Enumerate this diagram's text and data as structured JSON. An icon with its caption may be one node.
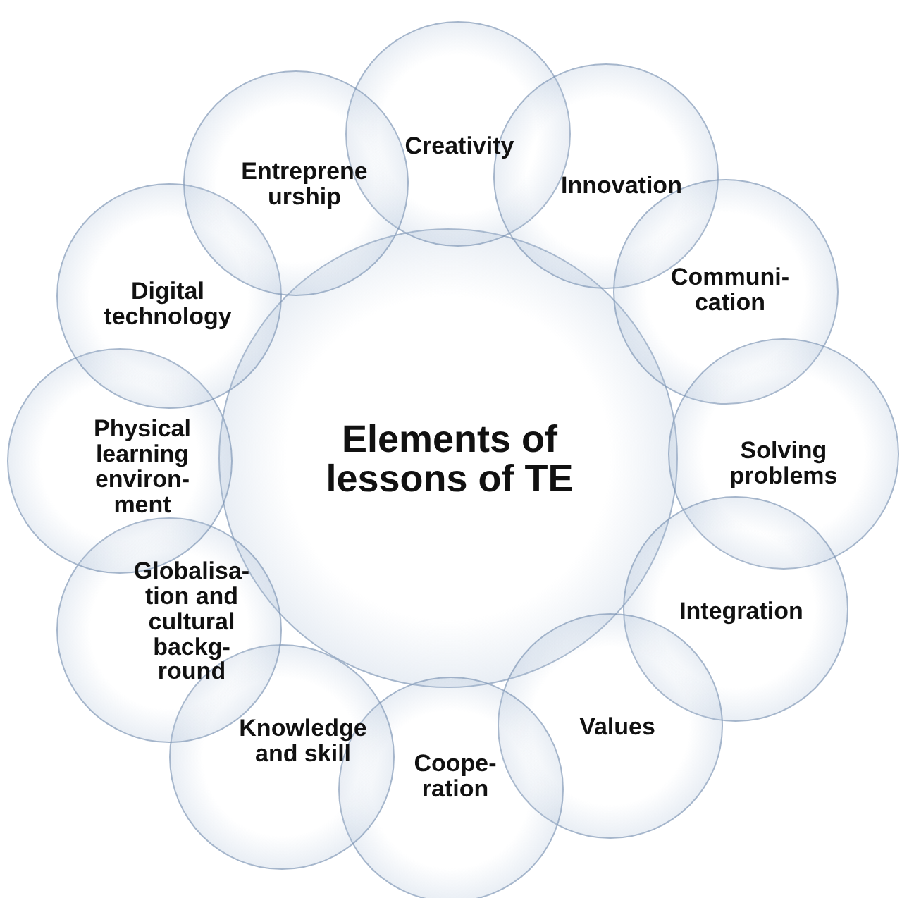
{
  "diagram": {
    "nodes": [
      {
        "text": [
          "Elements of lessons of TE"
        ]
      },
      {
        "text": [
          "Creativity"
        ]
      },
      {
        "text": [
          "Innovation"
        ]
      },
      {
        "text": [
          "Communi- cation"
        ]
      },
      {
        "text": [
          "Solving problems"
        ]
      },
      {
        "text": [
          "Integration"
        ]
      },
      {
        "text": [
          "Values"
        ]
      },
      {
        "text": [
          "Coope- ration"
        ]
      },
      {
        "text": [
          "Knowledge and skill"
        ]
      },
      {
        "text": [
          "Globalisa- tion and cultural backg- round"
        ]
      },
      {
        "text": [
          "Physical learning environ- ment"
        ]
      },
      {
        "text": [
          "Digital technology"
        ]
      },
      {
        "text": [
          "Entreprene urship"
        ]
      }
    ]
  }
}
